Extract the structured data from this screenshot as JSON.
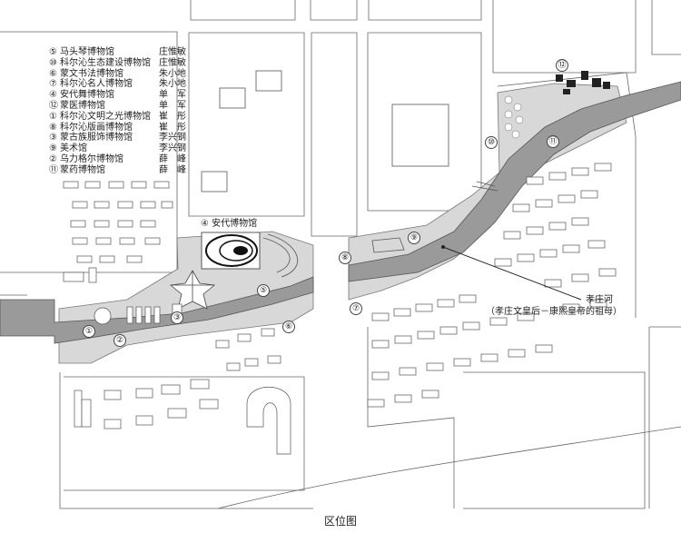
{
  "legend": [
    {
      "num": "⑤",
      "name": "马头琴博物馆",
      "person": "庄惟敏"
    },
    {
      "num": "⑩",
      "name": "科尔沁生态建设博物馆",
      "person": "庄惟敏"
    },
    {
      "num": "⑥",
      "name": "蒙文书法博物馆",
      "person": "朱小地"
    },
    {
      "num": "⑦",
      "name": "科尔沁名人博物馆",
      "person": "朱小地"
    },
    {
      "num": "④",
      "name": "安代舞博物馆",
      "person": "单　军"
    },
    {
      "num": "⑫",
      "name": "蒙医博物馆",
      "person": "单　军"
    },
    {
      "num": "①",
      "name": "科尔沁文明之光博物馆",
      "person": "崔　彤"
    },
    {
      "num": "⑧",
      "name": "科尔沁版画博物馆",
      "person": "崔　彤"
    },
    {
      "num": "③",
      "name": "蒙古族服饰博物馆",
      "person": "李兴钢"
    },
    {
      "num": "⑨",
      "name": "美术馆",
      "person": "李兴钢"
    },
    {
      "num": "②",
      "name": "乌力格尔博物馆",
      "person": "薛　峰"
    },
    {
      "num": "⑪",
      "name": "蒙药博物馆",
      "person": "薛　峰"
    }
  ],
  "labels": {
    "andai": "④ 安代博物馆",
    "river": "孝庄河",
    "river_note": "（孝庄文皇后－康熙皇帝的祖母）"
  },
  "markers": [
    "①",
    "②",
    "③",
    "⑤",
    "⑥",
    "⑦",
    "⑧",
    "⑨",
    "⑩",
    "⑪",
    "⑫"
  ],
  "caption": "区位图",
  "colors": {
    "river": "#9a9a9a",
    "park": "#d8d8d8",
    "line": "#555555",
    "background": "#ffffff"
  }
}
